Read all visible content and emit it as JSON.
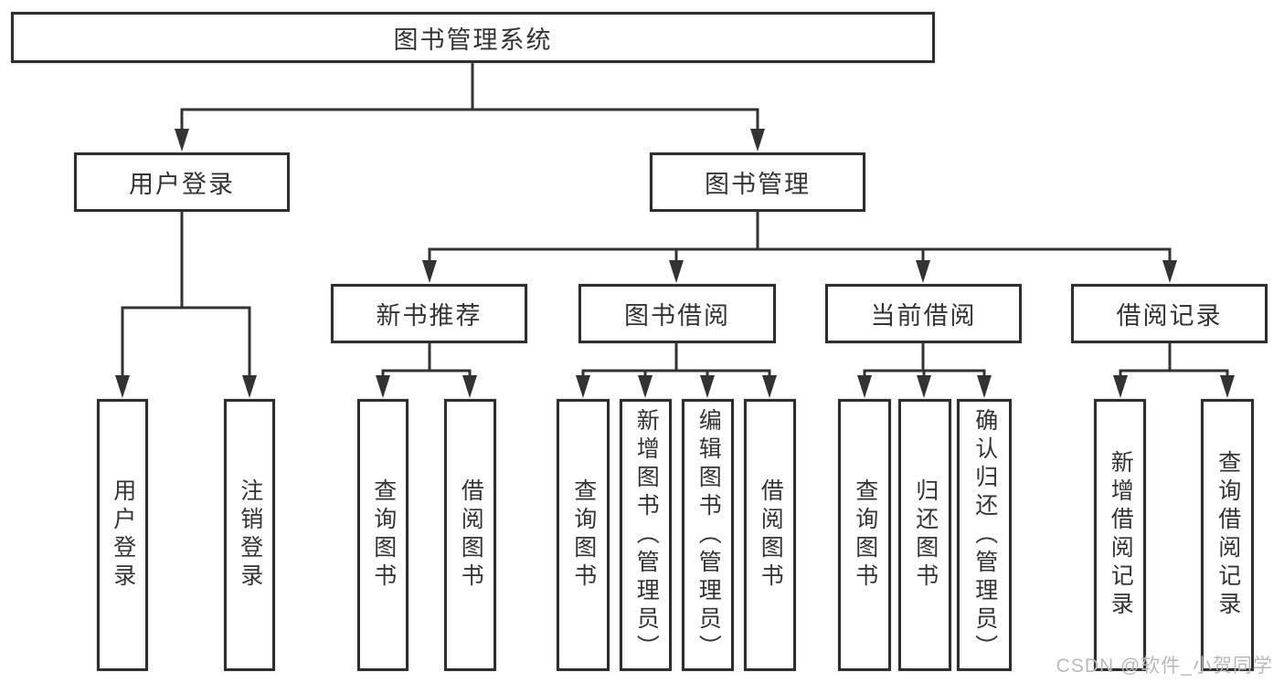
{
  "tree": {
    "root": {
      "label": "图书管理系统"
    },
    "branches": [
      {
        "label": "用户登录",
        "children": [
          {
            "label": "用户登录"
          },
          {
            "label": "注销登录"
          }
        ]
      },
      {
        "label": "图书管理",
        "children": [
          {
            "label": "新书推荐",
            "children": [
              {
                "label": "查询图书"
              },
              {
                "label": "借阅图书"
              }
            ]
          },
          {
            "label": "图书借阅",
            "children": [
              {
                "label": "查询图书"
              },
              {
                "label": "新增图书（管理员）"
              },
              {
                "label": "编辑图书（管理员）"
              },
              {
                "label": "借阅图书"
              }
            ]
          },
          {
            "label": "当前借阅",
            "children": [
              {
                "label": "查询图书"
              },
              {
                "label": "归还图书"
              },
              {
                "label": "确认归还（管理员）"
              }
            ]
          },
          {
            "label": "借阅记录",
            "children": [
              {
                "label": "新增借阅记录"
              },
              {
                "label": "查询借阅记录"
              }
            ]
          }
        ]
      }
    ]
  },
  "watermark": "CSDN @软件_小贺同学",
  "colors": {
    "line": "#333333",
    "box_border": "#2e2e2e",
    "text": "#333333",
    "watermark": "#b8b8b8",
    "background": "#ffffff"
  }
}
